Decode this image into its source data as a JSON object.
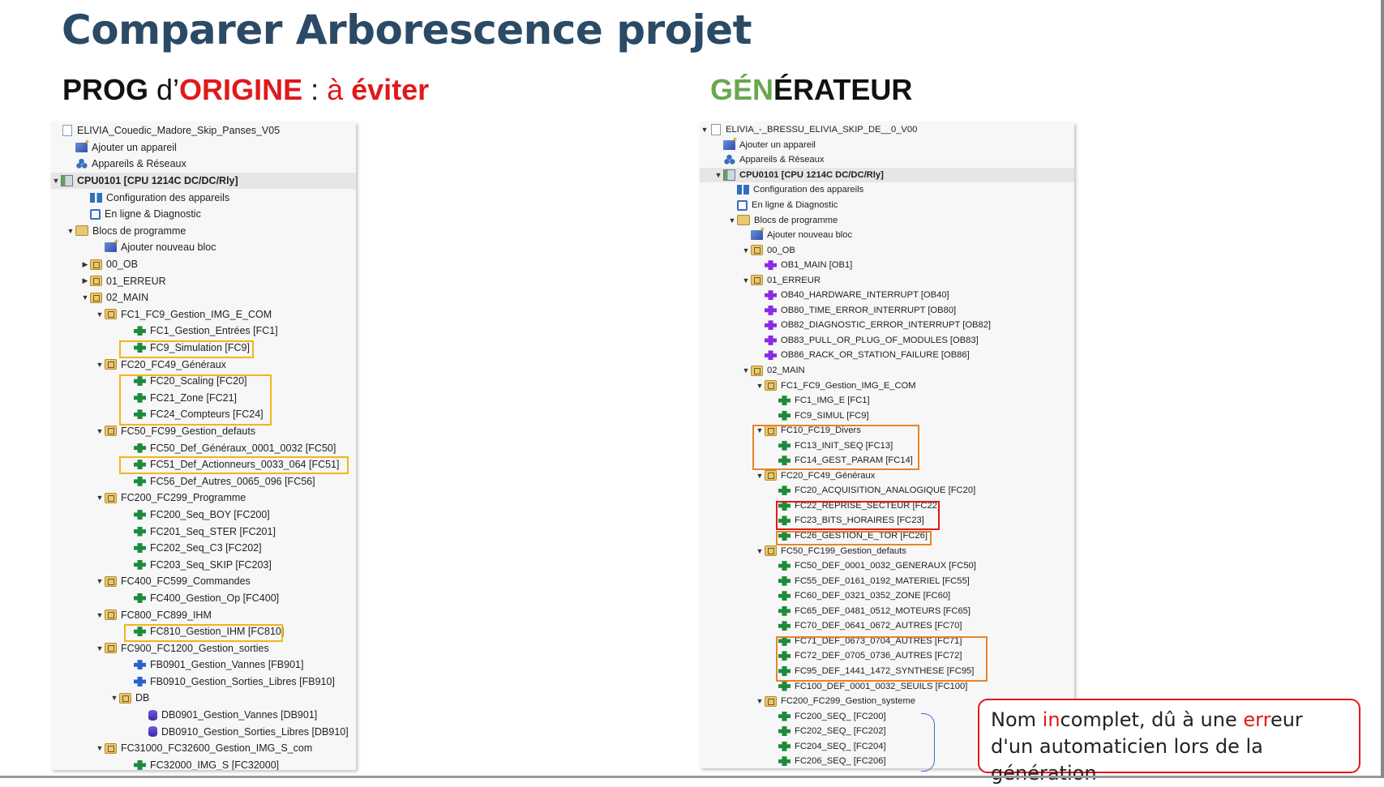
{
  "title": "Comparer Arborescence projet",
  "subtitle_left": {
    "p1": "PROG",
    "p2": " d’",
    "p3": "ORI",
    "p4": "GINE",
    "p5": " : ",
    "p6": "à ",
    "p7": "éviter"
  },
  "subtitle_right": {
    "p1": "GÉN",
    "p2": "ÉRATEUR"
  },
  "left_tree": [
    {
      "label": "ELIVIA_Couedic_Madore_Skip_Panses_V05",
      "indent": 0,
      "arrow": "",
      "icon": "project"
    },
    {
      "label": "Ajouter un appareil",
      "indent": 1,
      "arrow": "",
      "icon": "add"
    },
    {
      "label": "Appareils & Réseaux",
      "indent": 1,
      "arrow": "",
      "icon": "net"
    },
    {
      "label": "CPU0101 [CPU 1214C DC/DC/Rly]",
      "indent": 0,
      "arrow": "▼",
      "icon": "cpu",
      "hl": true
    },
    {
      "label": "Configuration des appareils",
      "indent": 2,
      "arrow": "",
      "icon": "config"
    },
    {
      "label": "En ligne & Diagnostic",
      "indent": 2,
      "arrow": "",
      "icon": "diag"
    },
    {
      "label": "Blocs de programme",
      "indent": 1,
      "arrow": "▼",
      "icon": "blocks"
    },
    {
      "label": "Ajouter nouveau bloc",
      "indent": 3,
      "arrow": "",
      "icon": "add"
    },
    {
      "label": "00_OB",
      "indent": 2,
      "arrow": "▶",
      "icon": "folder"
    },
    {
      "label": "01_ERREUR",
      "indent": 2,
      "arrow": "▶",
      "icon": "folder"
    },
    {
      "label": "02_MAIN",
      "indent": 2,
      "arrow": "▼",
      "icon": "folder"
    },
    {
      "label": "FC1_FC9_Gestion_IMG_E_COM",
      "indent": 3,
      "arrow": "▼",
      "icon": "folder"
    },
    {
      "label": "FC1_Gestion_Entrées [FC1]",
      "indent": 5,
      "arrow": "",
      "icon": "fc"
    },
    {
      "label": "FC9_Simulation [FC9]",
      "indent": 5,
      "arrow": "",
      "icon": "fc"
    },
    {
      "label": "FC20_FC49_Généraux",
      "indent": 3,
      "arrow": "▼",
      "icon": "folder"
    },
    {
      "label": "FC20_Scaling [FC20]",
      "indent": 5,
      "arrow": "",
      "icon": "fc"
    },
    {
      "label": "FC21_Zone [FC21]",
      "indent": 5,
      "arrow": "",
      "icon": "fc"
    },
    {
      "label": "FC24_Compteurs [FC24]",
      "indent": 5,
      "arrow": "",
      "icon": "fc"
    },
    {
      "label": "FC50_FC99_Gestion_defauts",
      "indent": 3,
      "arrow": "▼",
      "icon": "folder"
    },
    {
      "label": "FC50_Def_Généraux_0001_0032 [FC50]",
      "indent": 5,
      "arrow": "",
      "icon": "fc"
    },
    {
      "label": "FC51_Def_Actionneurs_0033_064 [FC51]",
      "indent": 5,
      "arrow": "",
      "icon": "fc"
    },
    {
      "label": "FC56_Def_Autres_0065_096 [FC56]",
      "indent": 5,
      "arrow": "",
      "icon": "fc"
    },
    {
      "label": "FC200_FC299_Programme",
      "indent": 3,
      "arrow": "▼",
      "icon": "folder"
    },
    {
      "label": "FC200_Seq_BOY [FC200]",
      "indent": 5,
      "arrow": "",
      "icon": "fc"
    },
    {
      "label": "FC201_Seq_STER [FC201]",
      "indent": 5,
      "arrow": "",
      "icon": "fc"
    },
    {
      "label": "FC202_Seq_C3 [FC202]",
      "indent": 5,
      "arrow": "",
      "icon": "fc"
    },
    {
      "label": "FC203_Seq_SKIP [FC203]",
      "indent": 5,
      "arrow": "",
      "icon": "fc"
    },
    {
      "label": "FC400_FC599_Commandes",
      "indent": 3,
      "arrow": "▼",
      "icon": "folder"
    },
    {
      "label": "FC400_Gestion_Op [FC400]",
      "indent": 5,
      "arrow": "",
      "icon": "fc"
    },
    {
      "label": "FC800_FC899_IHM",
      "indent": 3,
      "arrow": "▼",
      "icon": "folder"
    },
    {
      "label": "FC810_Gestion_IHM [FC810]",
      "indent": 5,
      "arrow": "",
      "icon": "fc"
    },
    {
      "label": "FC900_FC1200_Gestion_sorties",
      "indent": 3,
      "arrow": "▼",
      "icon": "folder"
    },
    {
      "label": "FB0901_Gestion_Vannes [FB901]",
      "indent": 5,
      "arrow": "",
      "icon": "fb"
    },
    {
      "label": "FB0910_Gestion_Sorties_Libres [FB910]",
      "indent": 5,
      "arrow": "",
      "icon": "fb"
    },
    {
      "label": "DB",
      "indent": 4,
      "arrow": "▼",
      "icon": "folder"
    },
    {
      "label": "DB0901_Gestion_Vannes [DB901]",
      "indent": 6,
      "arrow": "",
      "icon": "db"
    },
    {
      "label": "DB0910_Gestion_Sorties_Libres [DB910]",
      "indent": 6,
      "arrow": "",
      "icon": "db"
    },
    {
      "label": "FC31000_FC32600_Gestion_IMG_S_com",
      "indent": 3,
      "arrow": "▼",
      "icon": "folder"
    },
    {
      "label": "FC32000_IMG_S [FC32000]",
      "indent": 5,
      "arrow": "",
      "icon": "fc"
    }
  ],
  "right_tree": [
    {
      "label": "ELIVIA_-_BRESSU_ELIVIA_SKIP_DE__0_V00",
      "indent": 0,
      "arrow": "▼",
      "icon": "project"
    },
    {
      "label": "Ajouter un appareil",
      "indent": 1,
      "arrow": "",
      "icon": "add"
    },
    {
      "label": "Appareils & Réseaux",
      "indent": 1,
      "arrow": "",
      "icon": "net"
    },
    {
      "label": "CPU0101 [CPU 1214C DC/DC/Rly]",
      "indent": 1,
      "arrow": "▼",
      "icon": "cpu",
      "hl": true
    },
    {
      "label": "Configuration des appareils",
      "indent": 2,
      "arrow": "",
      "icon": "config"
    },
    {
      "label": "En ligne & Diagnostic",
      "indent": 2,
      "arrow": "",
      "icon": "diag"
    },
    {
      "label": "Blocs de programme",
      "indent": 2,
      "arrow": "▼",
      "icon": "blocks"
    },
    {
      "label": "Ajouter nouveau bloc",
      "indent": 3,
      "arrow": "",
      "icon": "add"
    },
    {
      "label": "00_OB",
      "indent": 3,
      "arrow": "▼",
      "icon": "folder"
    },
    {
      "label": "OB1_MAIN [OB1]",
      "indent": 4,
      "arrow": "",
      "icon": "ob"
    },
    {
      "label": "01_ERREUR",
      "indent": 3,
      "arrow": "▼",
      "icon": "folder"
    },
    {
      "label": "OB40_HARDWARE_INTERRUPT [OB40]",
      "indent": 4,
      "arrow": "",
      "icon": "ob"
    },
    {
      "label": "OB80_TIME_ERROR_INTERRUPT [OB80]",
      "indent": 4,
      "arrow": "",
      "icon": "ob"
    },
    {
      "label": "OB82_DIAGNOSTIC_ERROR_INTERRUPT [OB82]",
      "indent": 4,
      "arrow": "",
      "icon": "ob"
    },
    {
      "label": "OB83_PULL_OR_PLUG_OF_MODULES [OB83]",
      "indent": 4,
      "arrow": "",
      "icon": "ob"
    },
    {
      "label": "OB86_RACK_OR_STATION_FAILURE [OB86]",
      "indent": 4,
      "arrow": "",
      "icon": "ob"
    },
    {
      "label": "02_MAIN",
      "indent": 3,
      "arrow": "▼",
      "icon": "folder"
    },
    {
      "label": "FC1_FC9_Gestion_IMG_E_COM",
      "indent": 4,
      "arrow": "▼",
      "icon": "folder"
    },
    {
      "label": "FC1_IMG_E [FC1]",
      "indent": 5,
      "arrow": "",
      "icon": "fc"
    },
    {
      "label": "FC9_SIMUL [FC9]",
      "indent": 5,
      "arrow": "",
      "icon": "fc"
    },
    {
      "label": "FC10_FC19_Divers",
      "indent": 4,
      "arrow": "▼",
      "icon": "folder"
    },
    {
      "label": "FC13_INIT_SEQ [FC13]",
      "indent": 5,
      "arrow": "",
      "icon": "fc"
    },
    {
      "label": "FC14_GEST_PARAM [FC14]",
      "indent": 5,
      "arrow": "",
      "icon": "fc"
    },
    {
      "label": "FC20_FC49_Généraux",
      "indent": 4,
      "arrow": "▼",
      "icon": "folder"
    },
    {
      "label": "FC20_ACQUISITION_ANALOGIQUE [FC20]",
      "indent": 5,
      "arrow": "",
      "icon": "fc"
    },
    {
      "label": "FC22_REPRISE_SECTEUR [FC22]",
      "indent": 5,
      "arrow": "",
      "icon": "fc"
    },
    {
      "label": "FC23_BITS_HORAIRES [FC23]",
      "indent": 5,
      "arrow": "",
      "icon": "fc"
    },
    {
      "label": "FC26_GESTION_E_TOR [FC26]",
      "indent": 5,
      "arrow": "",
      "icon": "fc"
    },
    {
      "label": "FC50_FC199_Gestion_defauts",
      "indent": 4,
      "arrow": "▼",
      "icon": "folder"
    },
    {
      "label": "FC50_DEF_0001_0032_GENERAUX [FC50]",
      "indent": 5,
      "arrow": "",
      "icon": "fc"
    },
    {
      "label": "FC55_DEF_0161_0192_MATERIEL [FC55]",
      "indent": 5,
      "arrow": "",
      "icon": "fc"
    },
    {
      "label": "FC60_DEF_0321_0352_ZONE [FC60]",
      "indent": 5,
      "arrow": "",
      "icon": "fc"
    },
    {
      "label": "FC65_DEF_0481_0512_MOTEURS [FC65]",
      "indent": 5,
      "arrow": "",
      "icon": "fc"
    },
    {
      "label": "FC70_DEF_0641_0672_AUTRES [FC70]",
      "indent": 5,
      "arrow": "",
      "icon": "fc"
    },
    {
      "label": "FC71_DEF_0673_0704_AUTRES [FC71]",
      "indent": 5,
      "arrow": "",
      "icon": "fc"
    },
    {
      "label": "FC72_DEF_0705_0736_AUTRES [FC72]",
      "indent": 5,
      "arrow": "",
      "icon": "fc"
    },
    {
      "label": "FC95_DEF_1441_1472_SYNTHESE [FC95]",
      "indent": 5,
      "arrow": "",
      "icon": "fc"
    },
    {
      "label": "FC100_DEF_0001_0032_SEUILS [FC100]",
      "indent": 5,
      "arrow": "",
      "icon": "fc"
    },
    {
      "label": "FC200_FC299_Gestion_systeme",
      "indent": 4,
      "arrow": "▼",
      "icon": "folder"
    },
    {
      "label": "FC200_SEQ_ [FC200]",
      "indent": 5,
      "arrow": "",
      "icon": "fc"
    },
    {
      "label": "FC202_SEQ_ [FC202]",
      "indent": 5,
      "arrow": "",
      "icon": "fc"
    },
    {
      "label": "FC204_SEQ_ [FC204]",
      "indent": 5,
      "arrow": "",
      "icon": "fc"
    },
    {
      "label": "FC206_SEQ_ [FC206]",
      "indent": 5,
      "arrow": "",
      "icon": "fc"
    }
  ],
  "callout": {
    "t1": "Nom ",
    "t2": "in",
    "t3": "complet, dû à une ",
    "t4": "err",
    "t5": "eur d'un automaticien lors de la génération"
  },
  "colors": {
    "title": "#2b4a66",
    "red": "#e0191b",
    "green": "#6aa84f",
    "yellow_box": "#f2b51a",
    "orange_box": "#e8832a",
    "fc_icon": "#1e8a3c",
    "ob_icon": "#8a2be2"
  }
}
